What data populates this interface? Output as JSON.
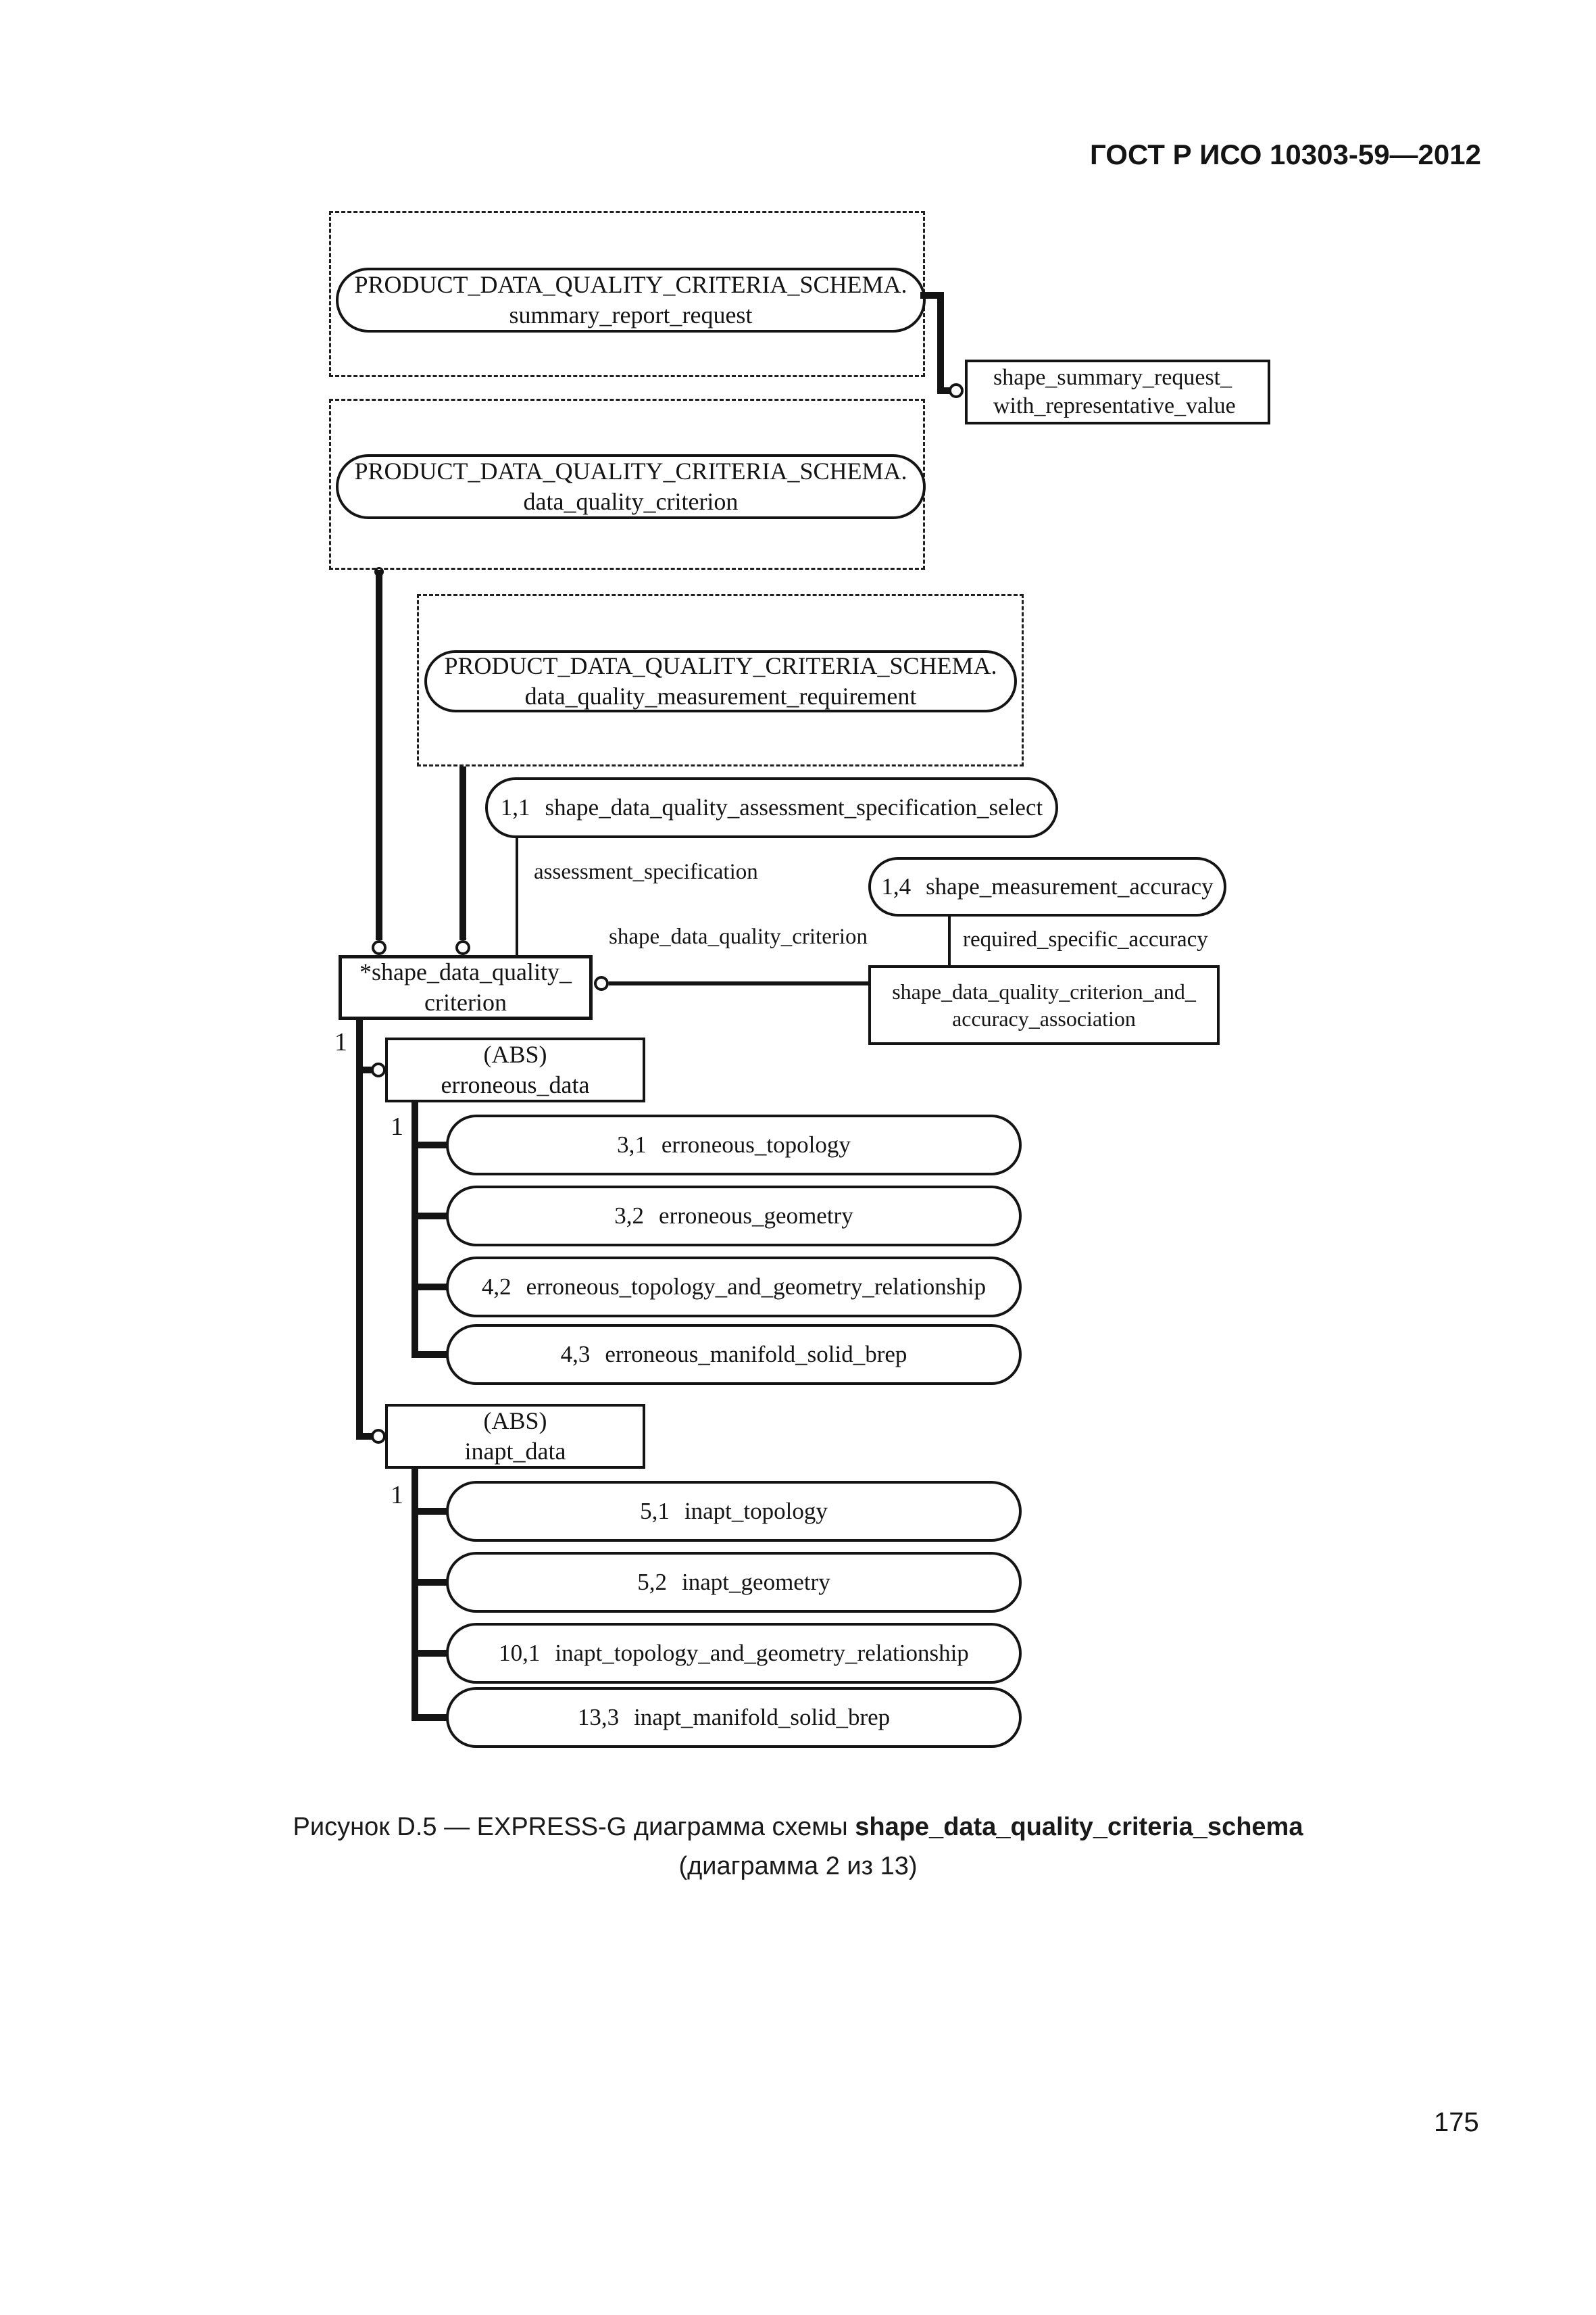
{
  "header": {
    "title": "ГОСТ Р ИСО 10303-59—2012"
  },
  "footer": {
    "page_number": "175"
  },
  "caption": {
    "prefix": "Рисунок D.5 — EXPRESS-G диаграмма схемы ",
    "schema_name": "shape_data_quality_criteria_schema",
    "subtitle": "(диаграмма 2 из 13)"
  },
  "colors": {
    "ink": "#141414",
    "paper": "#ffffff"
  },
  "diagram": {
    "type": "express-g",
    "interschema_refs": [
      {
        "schema": "PRODUCT_DATA_QUALITY_CRITERIA_SCHEMA.",
        "entity": "summary_report_request"
      },
      {
        "schema": "PRODUCT_DATA_QUALITY_CRITERIA_SCHEMA.",
        "entity": "data_quality_criterion"
      },
      {
        "schema": "PRODUCT_DATA_QUALITY_CRITERIA_SCHEMA.",
        "entity": "data_quality_measurement_requirement"
      }
    ],
    "entities": {
      "shape_summary": {
        "line1": "shape_summary_request_",
        "line2": "with_representative_value"
      },
      "criterion": {
        "line1": "*shape_data_quality_",
        "line2": "criterion"
      },
      "assoc": {
        "line1": "shape_data_quality_criterion_and_",
        "line2": "accuracy_association"
      },
      "erroneous": {
        "line1": "(ABS)",
        "line2": "erroneous_data"
      },
      "inapt": {
        "line1": "(ABS)",
        "line2": "inapt_data"
      }
    },
    "page_refs": [
      {
        "ref": "1,1",
        "name": "shape_data_quality_assessment_specification_select"
      },
      {
        "ref": "1,4",
        "name": "shape_measurement_accuracy"
      },
      {
        "ref": "3,1",
        "name": "erroneous_topology"
      },
      {
        "ref": "3,2",
        "name": "erroneous_geometry"
      },
      {
        "ref": "4,2",
        "name": "erroneous_topology_and_geometry_relationship"
      },
      {
        "ref": "4,3",
        "name": "erroneous_manifold_solid_brep"
      },
      {
        "ref": "5,1",
        "name": "inapt_topology"
      },
      {
        "ref": "5,2",
        "name": "inapt_geometry"
      },
      {
        "ref": "10,1",
        "name": "inapt_topology_and_geometry_relationship"
      },
      {
        "ref": "13,3",
        "name": "inapt_manifold_solid_brep"
      }
    ],
    "attributes": {
      "assessment_specification": "assessment_specification",
      "required_specific_accuracy": "required_specific_accuracy",
      "shape_data_quality_criterion": "shape_data_quality_criterion"
    },
    "cardinality": {
      "c1": "1",
      "c2": "1",
      "c3": "1"
    }
  }
}
